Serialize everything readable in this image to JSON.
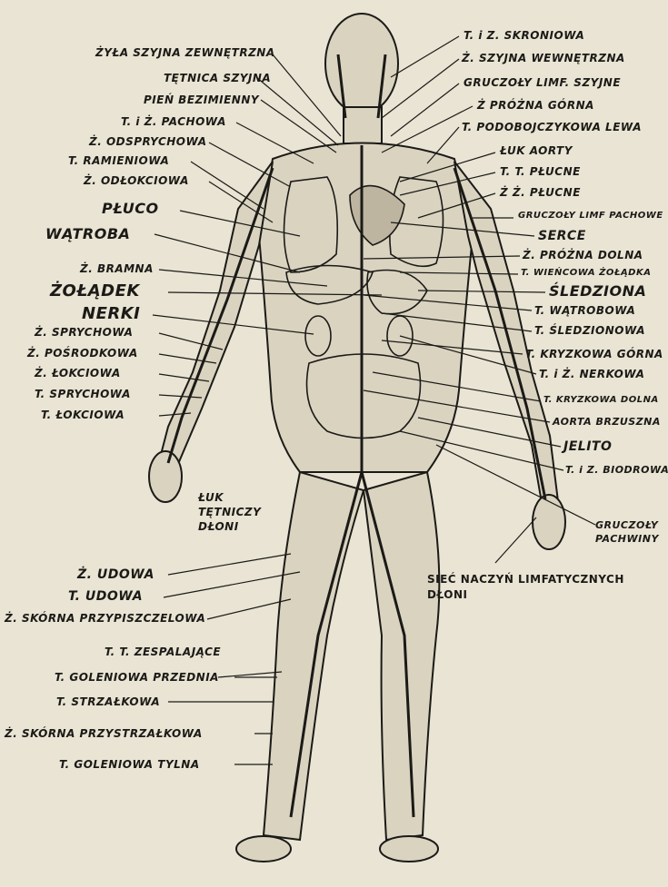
{
  "labels_left": [
    {
      "id": "zyla-szyjna-zewnetrzna",
      "text": "ŻYŁA SZYJNA ZEWNĘTRZNA"
    },
    {
      "id": "tetnica-szyjna",
      "text": "TĘTNICA SZYJNA"
    },
    {
      "id": "pien-bezimienny",
      "text": "PIEŃ BEZIMIENNY"
    },
    {
      "id": "t-i-z-pachowa",
      "text": "T. i Ż. PACHOWA"
    },
    {
      "id": "z-odsprychowa",
      "text": "Ż. ODSPRYCHOWA"
    },
    {
      "id": "t-ramieniowa",
      "text": "T. RAMIENIOWA"
    },
    {
      "id": "z-odlokciowa",
      "text": "Ż. ODŁOKCIOWA"
    },
    {
      "id": "pluco",
      "text": "PŁUCO"
    },
    {
      "id": "watroba",
      "text": "WĄTROBA"
    },
    {
      "id": "z-bramna",
      "text": "Ż. BRAMNA"
    },
    {
      "id": "zoladek",
      "text": "ŻOŁĄDEK"
    },
    {
      "id": "nerki",
      "text": "NERKI"
    },
    {
      "id": "z-sprychowa",
      "text": "Ż. SPRYCHOWA"
    },
    {
      "id": "z-posrodkowa",
      "text": "Ż. POŚRODKOWA"
    },
    {
      "id": "z-lokciowa",
      "text": "Ż. ŁOKCIOWA"
    },
    {
      "id": "t-sprychowa",
      "text": "T. SPRYCHOWA"
    },
    {
      "id": "t-lokciowa",
      "text": "T. ŁOKCIOWA"
    },
    {
      "id": "luk-tetniczy-dloni",
      "text": "ŁUK TĘTNICZY DŁONI"
    },
    {
      "id": "z-udowa",
      "text": "Ż. UDOWA"
    },
    {
      "id": "t-udowa",
      "text": "T. UDOWA"
    },
    {
      "id": "z-skorna-przypiszczelowa",
      "text": "Ż. SKÓRNA PRZYPISZCZELOWA"
    },
    {
      "id": "t-t-zespalajace",
      "text": "T. T. ZESPALAJĄCE"
    },
    {
      "id": "t-goleniowa-przednia",
      "text": "T. GOLENIOWA PRZEDNIA"
    },
    {
      "id": "t-strzalkowa",
      "text": "T. STRZAŁKOWA"
    },
    {
      "id": "z-skorna-przystrzalkowa",
      "text": "Ż. SKÓRNA PRZYSTRZAŁKOWA"
    },
    {
      "id": "t-goleniowa-tylna",
      "text": "T. GOLENIOWA TYLNA"
    }
  ],
  "labels_right": [
    {
      "id": "t-i-z-skroniowa",
      "text": "T. i Z. SKRONIOWA"
    },
    {
      "id": "z-szyjna-wewnetrzna",
      "text": "Ż. SZYJNA WEWNĘTRZNA"
    },
    {
      "id": "gruczoly-limf-szyjne",
      "text": "GRUCZOŁY LIMF. SZYJNE"
    },
    {
      "id": "z-prozna-gorna",
      "text": "Ż PRÓŻNA GÓRNA"
    },
    {
      "id": "t-podobojczykowa-lewa",
      "text": "T. PODOBOJCZYKOWA LEWA"
    },
    {
      "id": "luk-aorty",
      "text": "ŁUK AORTY"
    },
    {
      "id": "t-t-plucne",
      "text": "T. T. PŁUCNE"
    },
    {
      "id": "z-z-plucne",
      "text": "Ż Ż. PŁUCNE"
    },
    {
      "id": "gruczoly-limf-pachowe",
      "text": "GRUCZOŁY LIMF PACHOWE"
    },
    {
      "id": "serce",
      "text": "SERCE"
    },
    {
      "id": "z-prozna-dolna",
      "text": "Ż. PRÓŻNA DOLNA"
    },
    {
      "id": "t-wiencowa-zoladka",
      "text": "T. WIEŃCOWA ŻOŁĄDKA"
    },
    {
      "id": "sledziona",
      "text": "ŚLEDZIONA"
    },
    {
      "id": "t-watrobowa",
      "text": "T. WĄTROBOWA"
    },
    {
      "id": "t-sledzionowa",
      "text": "T. ŚLEDZIONOWA"
    },
    {
      "id": "t-kryzkowa-gorna",
      "text": "T. KRYZKOWA GÓRNA"
    },
    {
      "id": "t-i-z-nerkowa",
      "text": "T. i Ż. NERKOWA"
    },
    {
      "id": "t-kryzkowa-dolna",
      "text": "T. KRYZKOWA DOLNA"
    },
    {
      "id": "aorta-brzuszna",
      "text": "AORTA BRZUSZNA"
    },
    {
      "id": "jelito",
      "text": "JELITO"
    },
    {
      "id": "t-i-z-biodrowa",
      "text": "T. i Z. BIODROWA"
    },
    {
      "id": "gruczoly-pachwiny",
      "text": "GRUCZOŁY PACHWINY"
    },
    {
      "id": "siec-naczyn-limfatycznych-dloni",
      "text": "SIEĆ NACZYŃ LIMFATYCZNYCH DŁONI"
    }
  ],
  "colors": {
    "paper": "#e9e4d3",
    "ink": "#1b1a17"
  }
}
